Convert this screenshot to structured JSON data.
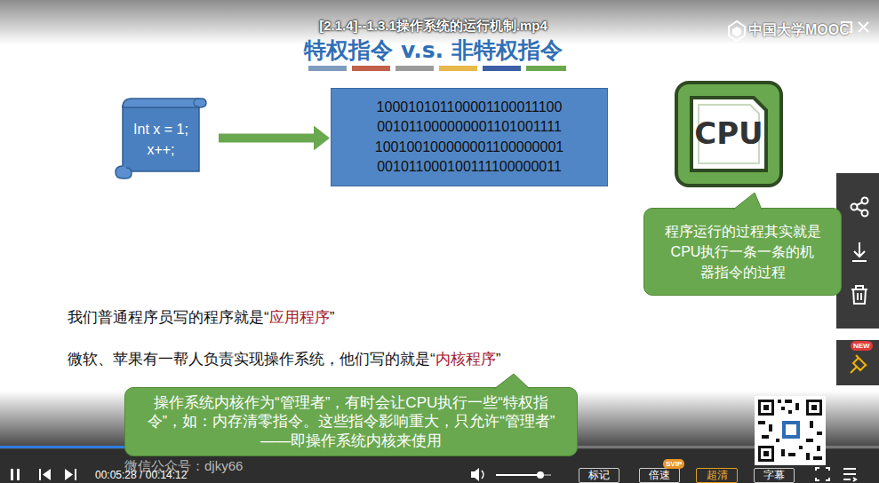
{
  "diagram": {
    "title": "特权指令 v.s. 非特权指令",
    "nodes": [
      {
        "text": [
          "Int x = 1; x++;"
        ]
      },
      {
        "text": [
          "100010101100001100011100 001011000000001101001111 100100100000001100000001 001011000100111100000011"
        ]
      },
      {
        "text": [
          "CPU"
        ]
      },
      {
        "text": [
          "程序运行的过程其实就是CPU执行一条一条的机器指令的过程"
        ]
      },
      {
        "text": [
          "操作系统内核作为“管理者”，有时会让CPU执行一些“特权指令”，如：内存清零指令。这些指令影响重大，只允许“管理者”——即操作系统内核来使用"
        ]
      },
      {
        "text": [
          "标记"
        ]
      },
      {
        "text": [
          "倍速"
        ]
      },
      {
        "text": [
          "超清"
        ]
      },
      {
        "text": [
          "字幕"
        ]
      }
    ],
    "edges": [
      {
        "from": 0,
        "to": 1,
        "arrow": "to"
      }
    ],
    "labels": [
      "[2.1.4]--1.3.1操作系统的运行机制.mp4",
      "中国大学MOOC",
      "我们普通程序员写的程序就是“",
      "应用程序",
      "”",
      "微软、苹果有一帮人负责实现操作系统，他们写的就是“",
      "内核程序",
      "”",
      "NEW",
      "微信公众号：djky66",
      "00:05:28 / 00:14:12",
      "SVIP"
    ]
  }
}
